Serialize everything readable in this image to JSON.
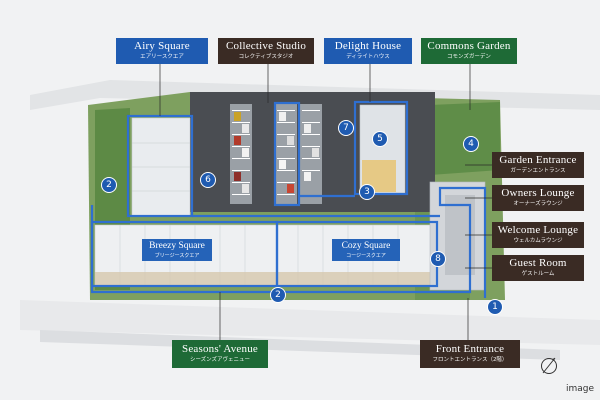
{
  "labels": {
    "airy": {
      "title": "Airy Square",
      "sub": "エアリースクエア"
    },
    "collective": {
      "title": "Collective Studio",
      "sub": "コレクティブスタジオ"
    },
    "delight": {
      "title": "Delight House",
      "sub": "ディライトハウス"
    },
    "commons": {
      "title": "Commons Garden",
      "sub": "コモンズガーデン"
    },
    "garden_entrance": {
      "title": "Garden Entrance",
      "sub": "ガーデンエントランス"
    },
    "owners_lounge": {
      "title": "Owners Lounge",
      "sub": "オーナーズラウンジ"
    },
    "welcome_lounge": {
      "title": "Welcome Lounge",
      "sub": "ウェルカムラウンジ"
    },
    "guest_room": {
      "title": "Guest Room",
      "sub": "ゲストルーム"
    },
    "front_entrance": {
      "title": "Front Entrance",
      "sub": "フロントエントランス（2階）"
    },
    "seasons_avenue": {
      "title": "Seasons' Avenue",
      "sub": "シーズンズアヴェニュー"
    },
    "breezy": {
      "title": "Breezy Square",
      "sub": "ブリージースクエア"
    },
    "cozy": {
      "title": "Cozy Square",
      "sub": "コージースクエア"
    }
  },
  "markers": {
    "m1": "1",
    "m2a": "2",
    "m2b": "2",
    "m3": "3",
    "m4": "4",
    "m5": "5",
    "m6": "6",
    "m7": "7",
    "m8": "8"
  },
  "caption": "image",
  "icons": {
    "compass": "north-arrow-icon"
  },
  "colors": {
    "blue": "#1f5bb1",
    "brown": "#3a2b24",
    "green": "#1e6a36",
    "outline": "#2f6fd0"
  }
}
